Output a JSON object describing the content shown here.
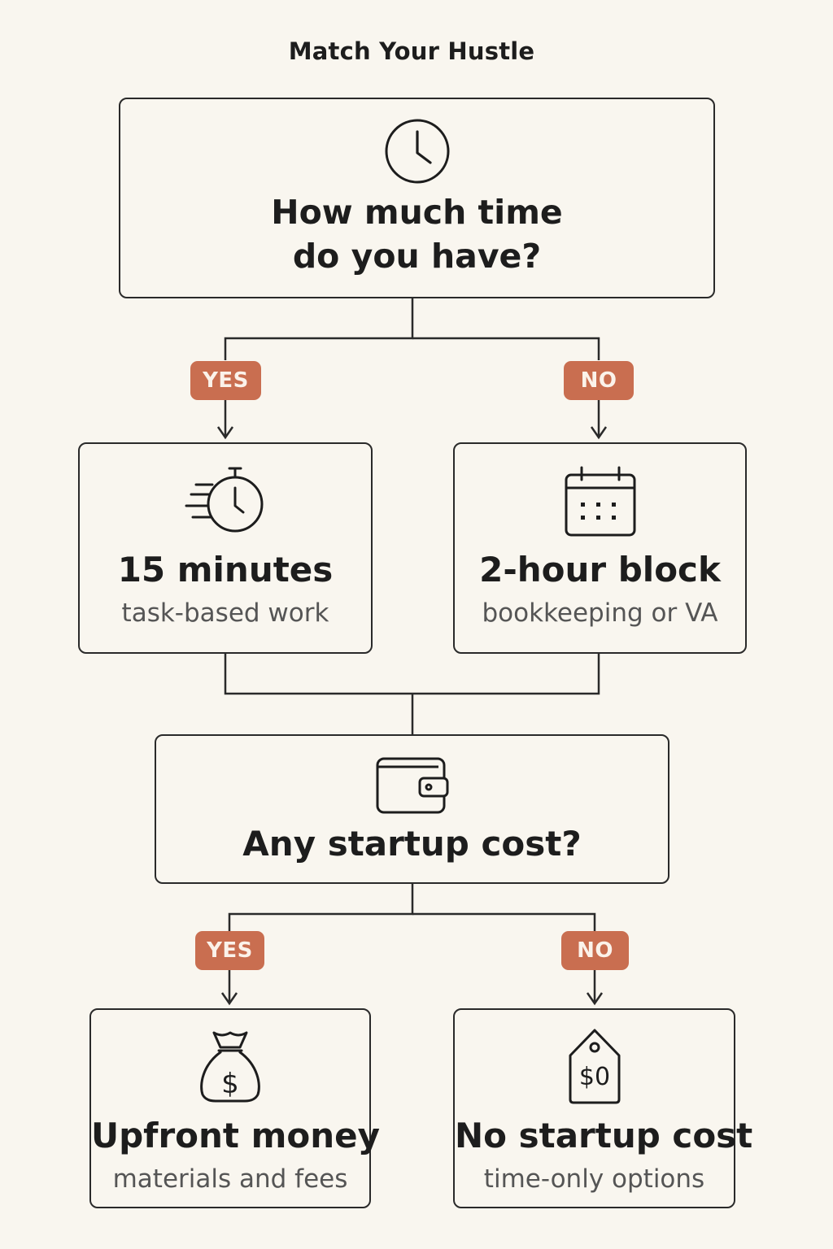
{
  "title": "Match Your Hustle",
  "question_time": {
    "line1": "How much time",
    "line2": "do you have?",
    "icon": "clock-icon"
  },
  "branch_time": {
    "yes_label": "YES",
    "no_label": "NO"
  },
  "option_15min": {
    "heading": "15 minutes",
    "sub": "task-based work",
    "icon": "stopwatch-icon"
  },
  "option_2hour": {
    "heading": "2-hour block",
    "sub": "bookkeeping or VA",
    "icon": "calendar-icon"
  },
  "question_cost": {
    "heading": "Any startup cost?",
    "icon": "wallet-icon"
  },
  "branch_cost": {
    "yes_label": "YES",
    "no_label": "NO"
  },
  "option_upfront": {
    "heading": "Upfront money",
    "sub": "materials and fees",
    "icon": "money-bag-icon",
    "icon_text": "$"
  },
  "option_nocost": {
    "heading": "No startup cost",
    "sub": "time-only options",
    "icon": "price-tag-icon",
    "icon_text": "$0"
  },
  "colors": {
    "background": "#f9f6ef",
    "badge": "#c96e50",
    "border": "#2a2a2a"
  }
}
